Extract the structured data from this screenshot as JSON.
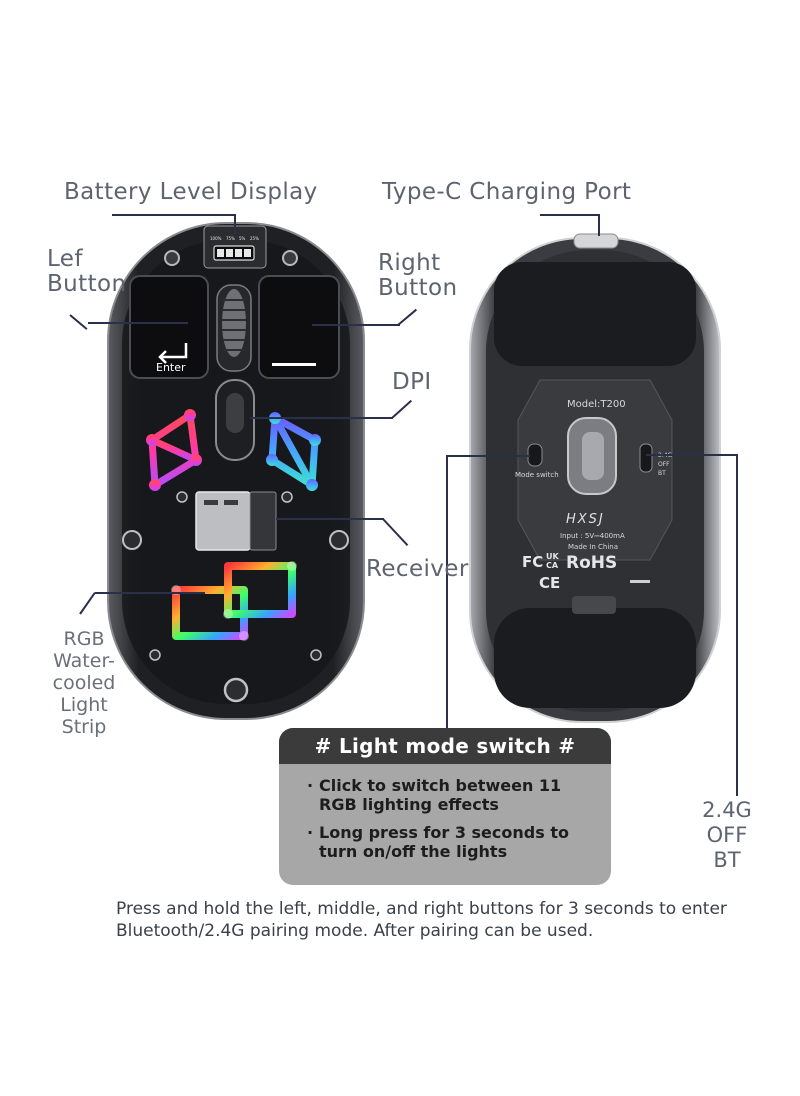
{
  "labels": {
    "battery": "Battery Level Display",
    "typec": "Type-C Charging Port",
    "left_button_line1": "Lef",
    "left_button_line2": "Button",
    "right_button_line1": "Right",
    "right_button_line2": "Button",
    "dpi": "DPI",
    "receiver": "Receiver",
    "rgb": [
      "RGB",
      "Water-",
      "cooled",
      "Light",
      "Strip"
    ],
    "switch_positions": [
      "2.4G",
      "OFF",
      "BT"
    ]
  },
  "mouse_top": {
    "battery_ticks": [
      "100%",
      "75%",
      "5%",
      "25%"
    ],
    "key_text": "Enter"
  },
  "mouse_bottom": {
    "model": "Model:T200",
    "mode_switch": "Mode switch",
    "switch_marks": [
      "2.4G",
      "OFF",
      "BT"
    ],
    "brand": "HXSJ",
    "input": "Input : 5V⎓400mA",
    "made_in": "Made In China",
    "cert_fc": "FC",
    "cert_ukca_1": "UK",
    "cert_ukca_2": "CA",
    "cert_rohs": "RoHS",
    "cert_ce": "CE"
  },
  "callout": {
    "title": "# Light mode switch #",
    "bullets": [
      "Click to switch between 11 RGB lighting effects",
      "Long press for 3 seconds to turn on/off the lights"
    ]
  },
  "note": "Press and hold the left, middle, and right buttons for 3 seconds to enter Bluetooth/2.4G pairing mode. After pairing can be used.",
  "colors": {
    "line": "#2a2f4a",
    "callout_header": "#3b3b3b",
    "callout_body": "#a7a7a7",
    "text": "#5d6470"
  }
}
